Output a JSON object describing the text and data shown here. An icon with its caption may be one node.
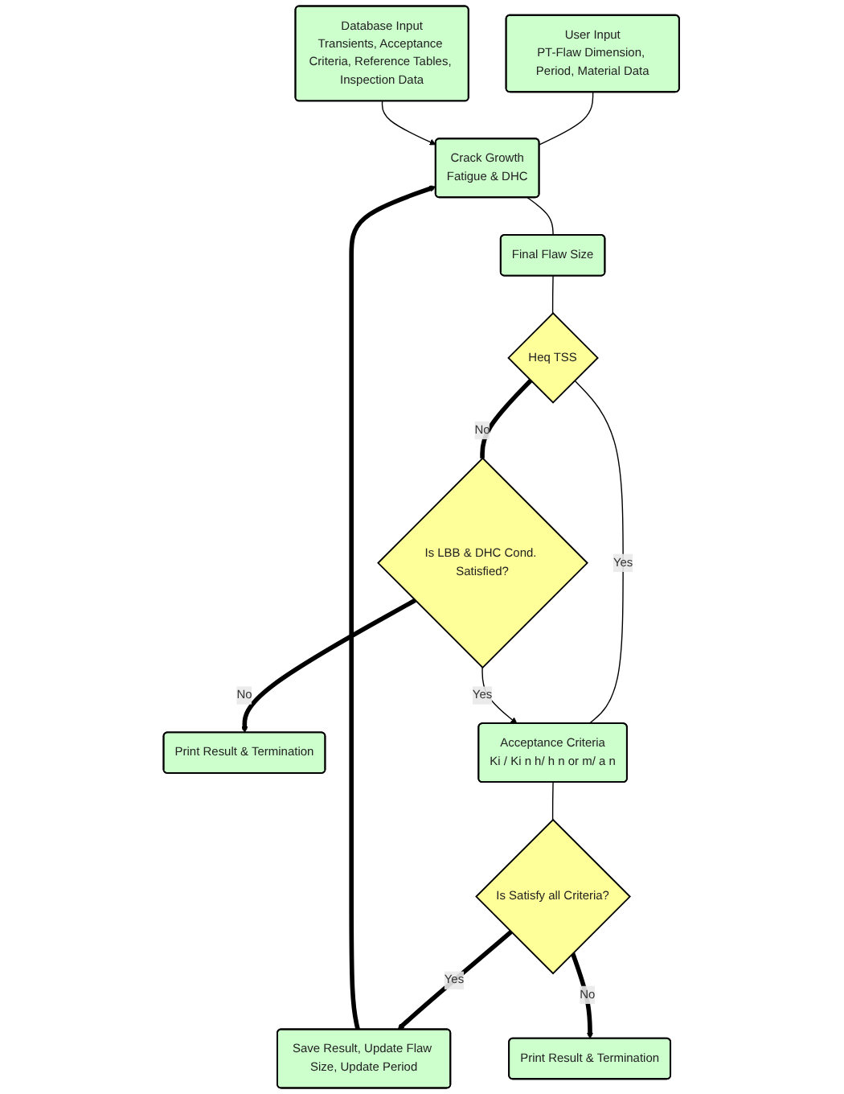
{
  "diagram": {
    "nodes": [
      {
        "text": [
          "User Input",
          "PT-Flaw Dimension, Period, Material Data"
        ]
      },
      {
        "text": [
          "Crack Growth",
          "Fatigue & DHC"
        ]
      },
      {
        "text": [
          "Database Input",
          "Transients, Acceptance Criteria, Reference Tables, Inspection Data"
        ]
      },
      {
        "text": [
          "Final Flaw Size"
        ]
      },
      {
        "text": [
          "Heq TSS"
        ]
      },
      {
        "text": [
          "Is LBB & DHC Cond. Satisfied?"
        ]
      },
      {
        "text": [
          "Print Result & Termination"
        ]
      },
      {
        "text": [
          "Acceptance Criteria",
          "Ki / Ki n h/ h n or m/ a n"
        ]
      },
      {
        "text": [
          "Is Satisfy all Criteria?"
        ]
      },
      {
        "text": [
          "Save Result, Update Flaw Size, Update Period"
        ]
      },
      {
        "text": [
          "Print Result & Termination"
        ]
      }
    ],
    "edges": [
      {
        "from": 0,
        "to": 1,
        "arrow": "none"
      },
      {
        "from": 9,
        "to": 1,
        "arrow": "to",
        "style": "thick"
      },
      {
        "from": 2,
        "to": 1,
        "arrow": "to"
      },
      {
        "from": 1,
        "to": 3,
        "arrow": "none"
      },
      {
        "from": 3,
        "to": 4,
        "arrow": "none"
      },
      {
        "from": 4,
        "to": 5,
        "label": "No",
        "arrow": "none",
        "style": "thick"
      },
      {
        "from": 4,
        "to": 7,
        "label": "Yes",
        "arrow": "none"
      },
      {
        "from": 5,
        "to": 7,
        "label": "Yes",
        "arrow": "to"
      },
      {
        "from": 5,
        "to": 6,
        "label": "No",
        "arrow": "to",
        "style": "thick"
      },
      {
        "from": 7,
        "to": 8,
        "arrow": "none"
      },
      {
        "from": 8,
        "to": 9,
        "label": "Yes",
        "arrow": "to",
        "style": "thick"
      },
      {
        "from": 8,
        "to": 10,
        "label": "No",
        "arrow": "to",
        "style": "thick"
      }
    ]
  }
}
